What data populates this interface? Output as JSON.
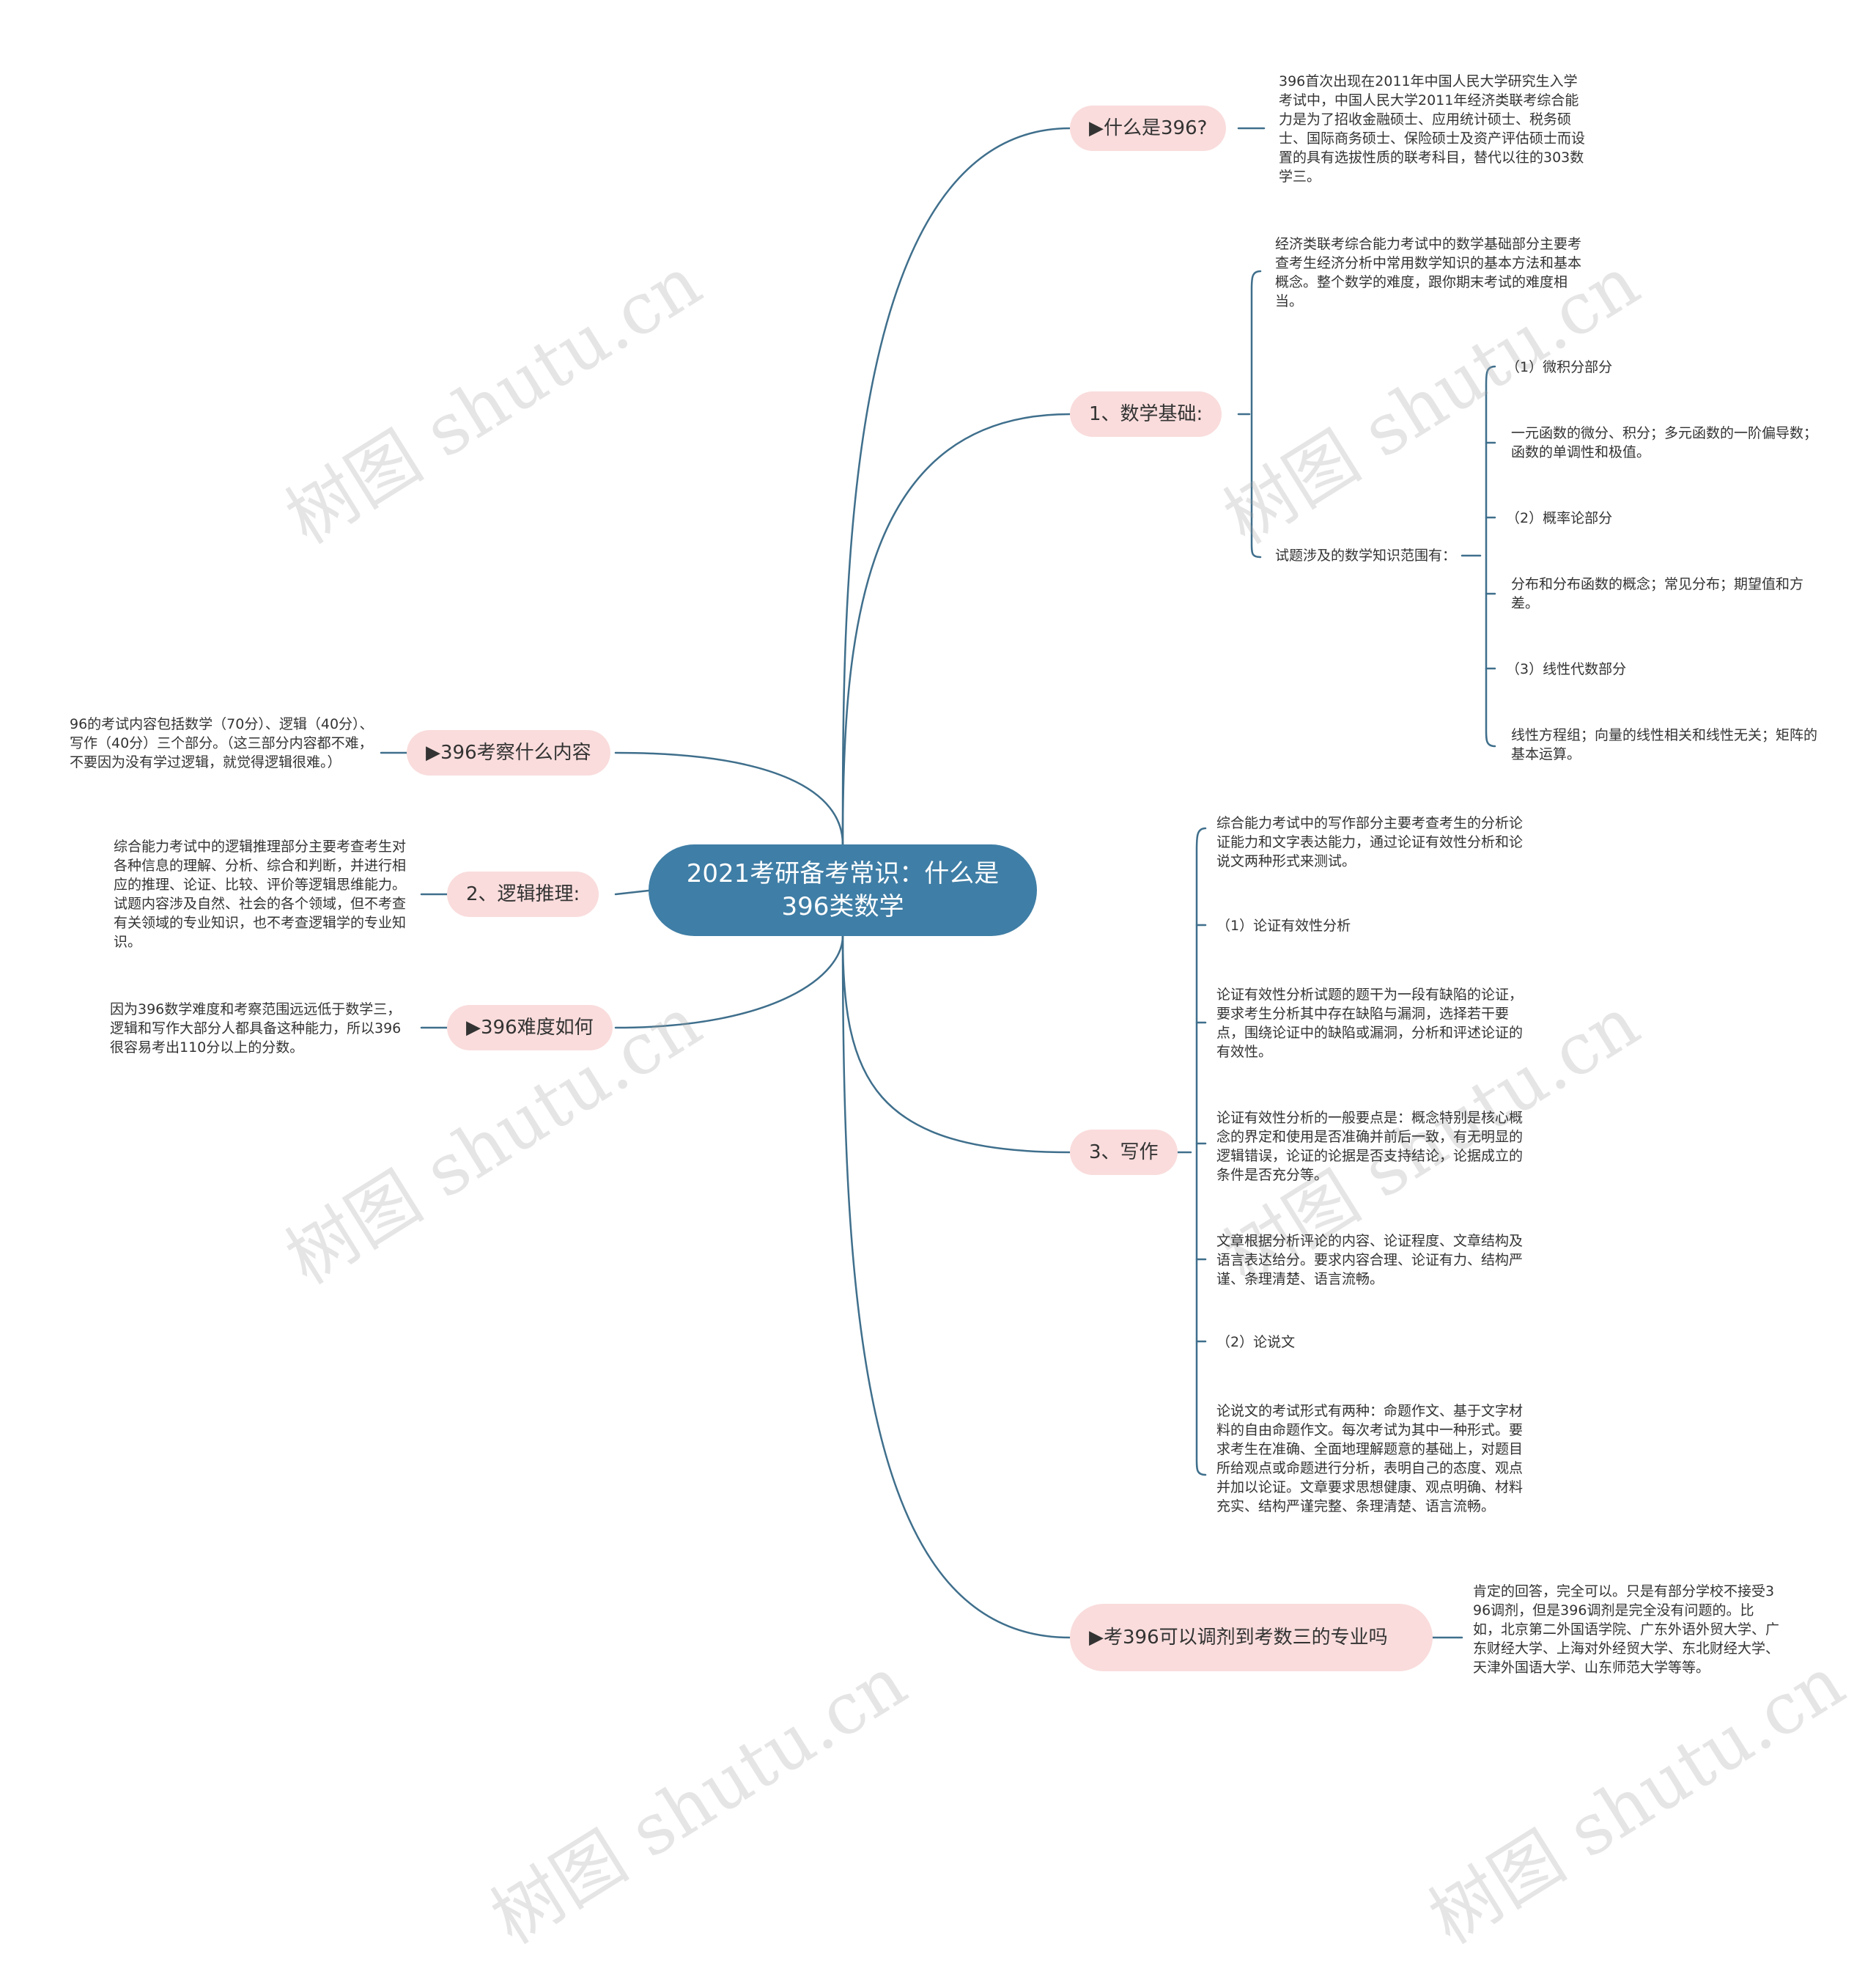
{
  "root": {
    "title": "2021考研备考常识：什么是396类数学"
  },
  "branches": {
    "what396": {
      "label": "▶什么是396?",
      "note": "396首次出现在2011年中国人民大学研究生入学考试中，中国人民大学2011年经济类联考综合能力是为了招收金融硕士、应用统计硕士、税务硕士、国际商务硕士、保险硕士及资产评估硕士而设置的具有选拔性质的联考科目，替代以往的303数学三。"
    },
    "math": {
      "label": "1、数学基础:",
      "note": "经济类联考综合能力考试中的数学基础部分主要考查考生经济分析中常用数学知识的基本方法和基本概念。整个数学的难度，跟你期末考试的难度相当。",
      "scope_label": "试题涉及的数学知识范围有：",
      "items": [
        "（1）微积分部分",
        "一元函数的微分、积分；多元函数的一阶偏导数；函数的单调性和极值。",
        "（2）概率论部分",
        "分布和分布函数的概念；常见分布；期望值和方差。",
        "（3）线性代数部分",
        "线性方程组；向量的线性相关和线性无关；矩阵的基本运算。"
      ]
    },
    "writing": {
      "label": "3、写作",
      "items": [
        "综合能力考试中的写作部分主要考查考生的分析论证能力和文字表达能力，通过论证有效性分析和论说文两种形式来测试。",
        "（1）论证有效性分析",
        "论证有效性分析试题的题干为一段有缺陷的论证，要求考生分析其中存在缺陷与漏洞，选择若干要点，围绕论证中的缺陷或漏洞，分析和评述论证的有效性。",
        "论证有效性分析的一般要点是：概念特别是核心概念的界定和使用是否准确并前后一致，有无明显的逻辑错误，论证的论据是否支持结论，论据成立的条件是否充分等。",
        "文章根据分析评论的内容、论证程度、文章结构及语言表达给分。要求内容合理、论证有力、结构严谨、条理清楚、语言流畅。",
        "（2）论说文",
        "论说文的考试形式有两种：命题作文、基于文字材料的自由命题作文。每次考试为其中一种形式。要求考生在准确、全面地理解题意的基础上，对题目所给观点或命题进行分析，表明自己的态度、观点并加以论证。文章要求思想健康、观点明确、材料充实、结构严谨完整、条理清楚、语言流畅。"
      ]
    },
    "adjust": {
      "label": "▶考396可以调剂到考数三的专业吗",
      "note": "肯定的回答，完全可以。只是有部分学校不接受396调剂，但是396调剂是完全没有问题的。比如，北京第二外国语学院、广东外语外贸大学、广东财经大学、上海对外经贸大学、东北财经大学、天津外国语大学、山东师范大学等等。"
    },
    "content": {
      "label": "▶396考察什么内容",
      "note": "96的考试内容包括数学（70分）、逻辑（40分）、写作（40分）三个部分。（这三部分内容都不难，不要因为没有学过逻辑，就觉得逻辑很难。）"
    },
    "logic": {
      "label": "2、逻辑推理:",
      "note": "综合能力考试中的逻辑推理部分主要考查考生对各种信息的理解、分析、综合和判断，并进行相应的推理、论证、比较、评价等逻辑思维能力。试题内容涉及自然、社会的各个领域，但不考查有关领域的专业知识，也不考查逻辑学的专业知识。"
    },
    "difficulty": {
      "label": "▶396难度如何",
      "note": "因为396数学难度和考察范围远远低于数学三，逻辑和写作大部分人都具备这种能力，所以396很容易考出110分以上的分数。"
    }
  },
  "watermark": "树图 shutu.cn",
  "colors": {
    "root_fill": "#3f7ea6",
    "pill_fill": "#fadcdc",
    "edge": "#3f6f8c",
    "text": "#333333"
  }
}
